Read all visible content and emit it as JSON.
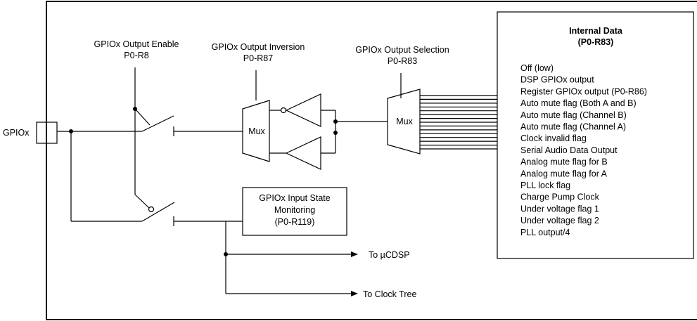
{
  "pin_label": "GPIOx",
  "output_enable": {
    "title": "GPIOx Output Enable",
    "register": "P0-R8"
  },
  "output_inversion": {
    "title": "GPIOx Output Inversion",
    "register": "P0-R87"
  },
  "output_selection": {
    "title": "GPIOx Output Selection",
    "register": "P0-R83"
  },
  "mux_label": "Mux",
  "input_state": {
    "line1": "GPIOx Input State",
    "line2": "Monitoring",
    "line3": "(P0-R119)"
  },
  "destinations": {
    "ucdsp": "To µCDSP",
    "clock_tree": "To Clock Tree"
  },
  "internal_data": {
    "title": "Internal Data",
    "register": "(P0-R83)",
    "items": [
      "Off (low)",
      "DSP GPIOx output",
      "Register GPIOx output (P0-R86)",
      "Auto mute flag (Both A and B)",
      "Auto mute flag (Channel B)",
      "Auto mute flag (Channel A)",
      "Clock invalid flag",
      "Serial Audio Data Output",
      "Analog mute flag for B",
      "Analog mute flag for A",
      "PLL lock flag",
      "Charge Pump Clock",
      "Under voltage flag 1",
      "Under voltage flag 2",
      "PLL output/4"
    ]
  }
}
